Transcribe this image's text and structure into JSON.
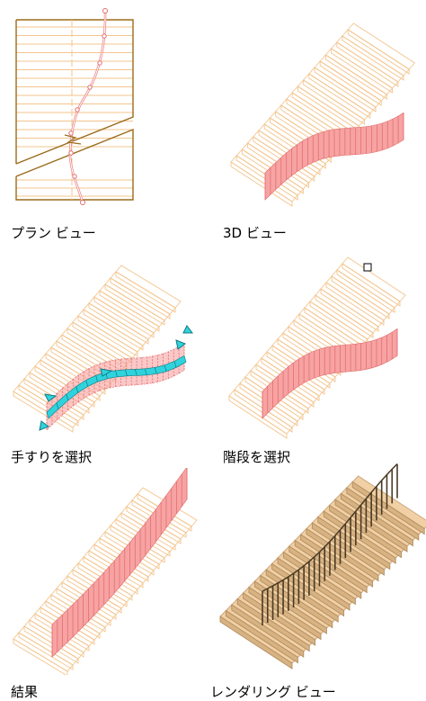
{
  "captions": {
    "plan": "プラン ビュー",
    "view3d": "3D ビュー",
    "select_railing": "手すりを選択",
    "select_stair": "階段を選択",
    "result": "結果",
    "render": "レンダリング ビュー"
  },
  "colors": {
    "plan_outline": "#9b6b1a",
    "tread_line": "#f3c58e",
    "railing_fill": "#f7a3a3",
    "railing_stroke": "#e06c6c",
    "grip_fill": "#2fd3dd",
    "render_tread": "#f0d0a4",
    "render_riser": "#d7b283",
    "render_post": "#4a3a24"
  }
}
